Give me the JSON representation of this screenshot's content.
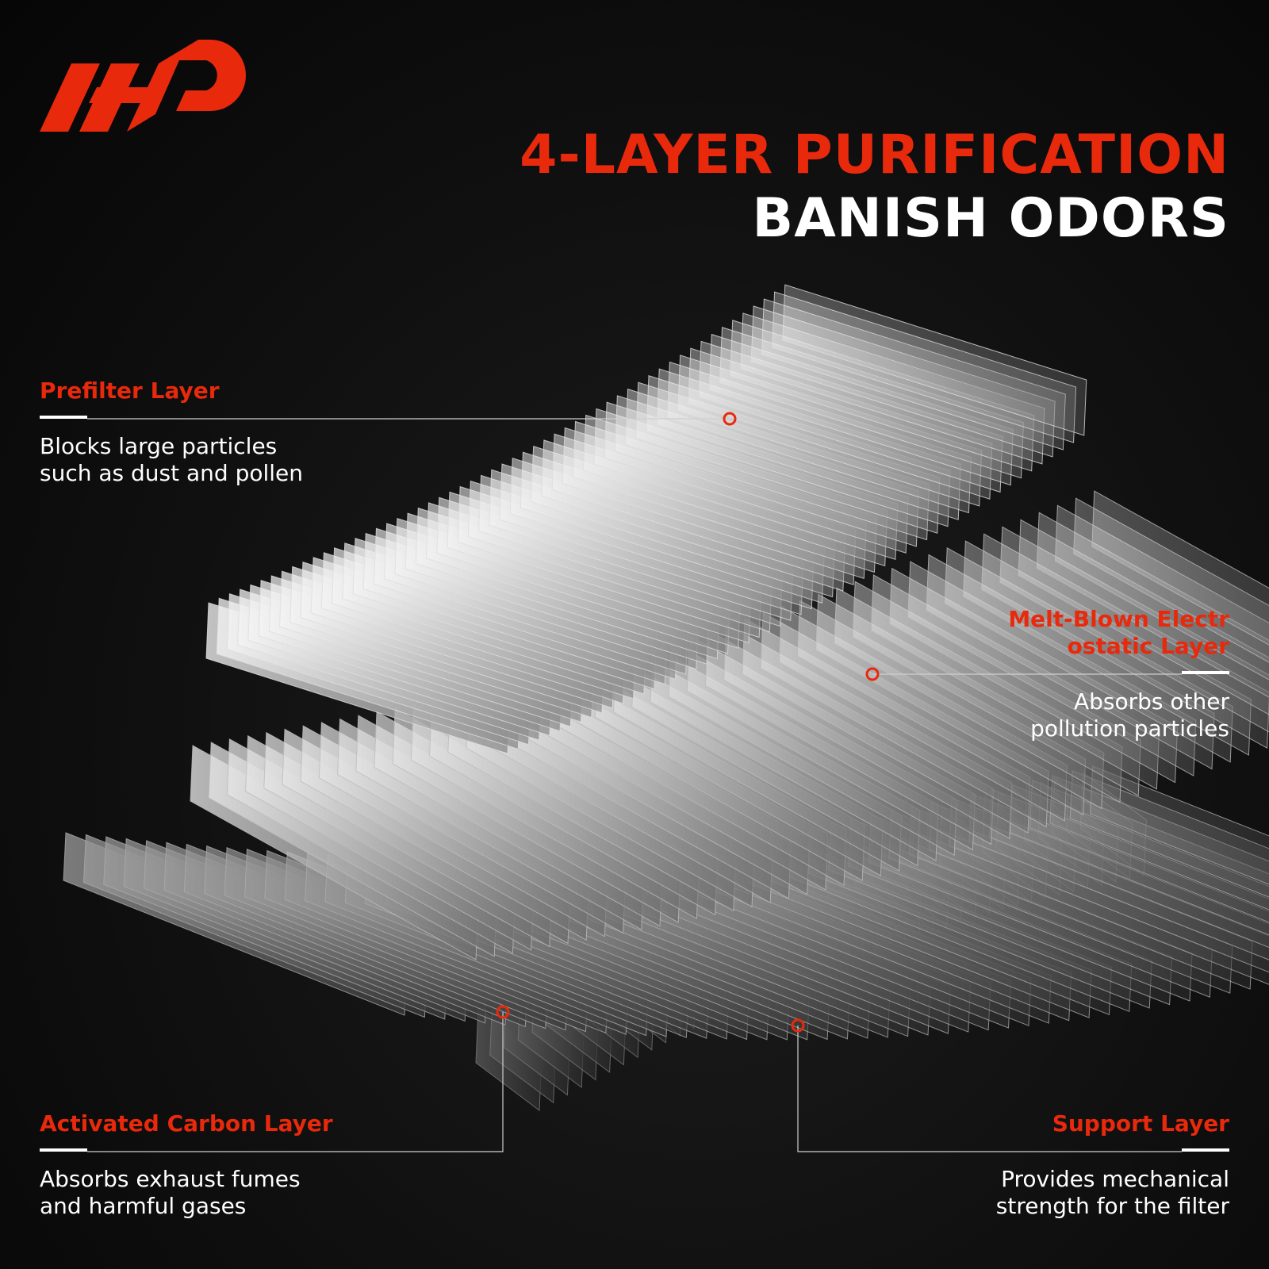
{
  "brand": {
    "accent": "#e8290c",
    "text": "#ffffff"
  },
  "headline": {
    "line1": "4-LAYER PURIFICATION",
    "line2": "BANISH ODORS"
  },
  "callouts": {
    "prefilter": {
      "title": "Prefilter Layer",
      "desc": [
        "Blocks large particles",
        "such as dust and pollen"
      ]
    },
    "meltblown": {
      "title": [
        "Melt-Blown Electr",
        "ostatic Layer"
      ],
      "desc": [
        "Absorbs other",
        "pollution particles"
      ]
    },
    "carbon": {
      "title": "Activated Carbon Layer",
      "desc": [
        "Absorbs exhaust fumes",
        "and harmful gases"
      ]
    },
    "support": {
      "title": "Support Layer",
      "desc": [
        "Provides mechanical",
        "strength for the filter"
      ]
    }
  },
  "icons": [
    "brand-logo-icon"
  ]
}
